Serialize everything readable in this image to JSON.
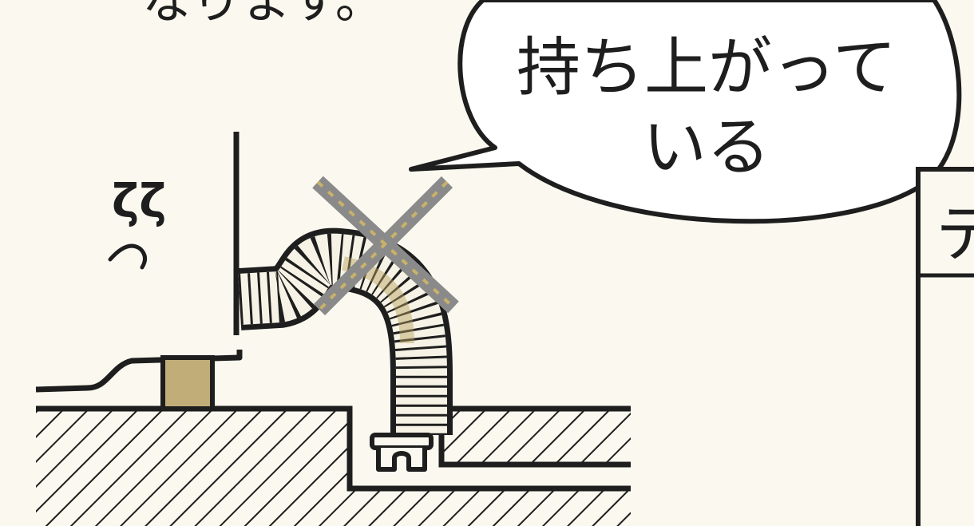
{
  "figure": {
    "top_text": "なります。",
    "callout": {
      "line1": "持ち上がって",
      "line2": "いる"
    },
    "verdict_mark": "×",
    "side_panel_glyph": "テ",
    "sound_marks": "ζζ",
    "colors": {
      "ink": "#1e1e1e",
      "paper": "#fbf9ef",
      "cross": "#8a8a8a",
      "cross_tint": "#c8b26a",
      "hose_tint": "#b8a25e"
    }
  }
}
